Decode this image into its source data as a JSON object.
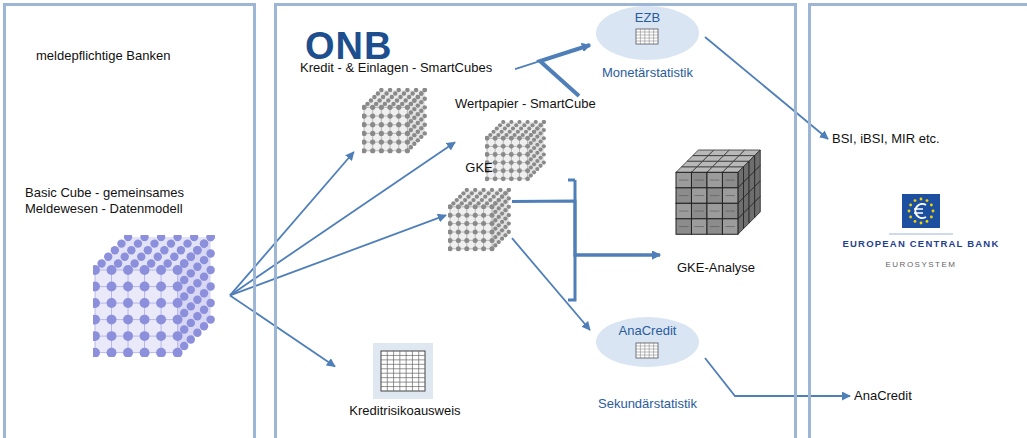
{
  "diagram": {
    "nodes": [
      {
        "text": [
          "meldepflichtige Banken"
        ]
      },
      {
        "text": [
          "Basic Cube - gemeinsames Meldewesen - Datenmodell"
        ],
        "in": 0
      },
      {
        "text": [
          "ONB"
        ]
      },
      {
        "text": [
          "Kredit - & Einlagen - SmartCubes"
        ],
        "in": 2
      },
      {
        "text": [
          "Wertpapier - SmartCube"
        ],
        "in": 2
      },
      {
        "text": [
          "GKE"
        ],
        "in": 2
      },
      {
        "text": [
          "Kreditrisikoausweis"
        ],
        "in": 2
      },
      {
        "text": [
          "EZB",
          "Monetärstatistik"
        ],
        "in": 2
      },
      {
        "text": [
          "GKE-Analyse"
        ],
        "in": 2
      },
      {
        "text": [
          "AnaCredit",
          "Sekundärstatistik"
        ],
        "in": 2
      },
      {
        "text": [
          "EUROPEAN CENTRAL BANK",
          "EUROSYSTEM"
        ]
      },
      {
        "text": [
          "BSI, iBSI, MIR etc."
        ],
        "in": 10
      },
      {
        "text": [
          "AnaCredit"
        ],
        "in": 10
      }
    ],
    "edges": [
      {
        "from": 1,
        "to": 3,
        "arrow": "to"
      },
      {
        "from": 1,
        "to": 4,
        "arrow": "to"
      },
      {
        "from": 1,
        "to": 5,
        "arrow": "to"
      },
      {
        "from": 1,
        "to": 6,
        "arrow": "to"
      },
      {
        "from": 3,
        "to": 7,
        "arrow": "to"
      },
      {
        "from": 4,
        "to": 7,
        "arrow": "to"
      },
      {
        "from": 4,
        "to": 8,
        "arrow": "to"
      },
      {
        "from": 5,
        "to": 8,
        "arrow": "to"
      },
      {
        "from": 5,
        "to": 9,
        "arrow": "to"
      },
      {
        "from": 7,
        "to": 11,
        "arrow": "to"
      },
      {
        "from": 9,
        "to": 12,
        "arrow": "to"
      }
    ]
  }
}
